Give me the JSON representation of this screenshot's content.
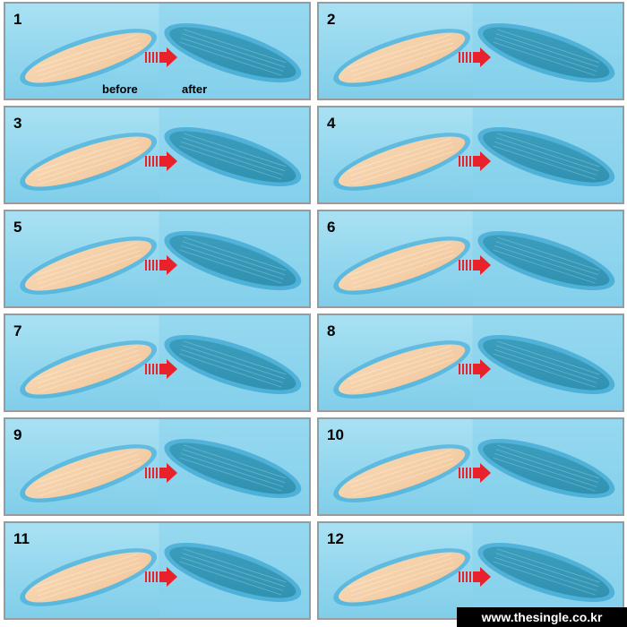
{
  "panels": [
    {
      "number": "1"
    },
    {
      "number": "2"
    },
    {
      "number": "3"
    },
    {
      "number": "4"
    },
    {
      "number": "5"
    },
    {
      "number": "6"
    },
    {
      "number": "7"
    },
    {
      "number": "8"
    },
    {
      "number": "9"
    },
    {
      "number": "10"
    },
    {
      "number": "11"
    },
    {
      "number": "12"
    }
  ],
  "captions": {
    "before": "before",
    "after": "after"
  },
  "watermark": "www.thesingle.co.kr",
  "colors": {
    "background_blue": "#8fd6ef",
    "swatch_before": "#f2c9a0",
    "swatch_after": "#2f8fae",
    "arrow_red": "#e8212b",
    "panel_border": "#9a9a9a"
  },
  "icons": {
    "transition": "right-arrow-icon"
  }
}
